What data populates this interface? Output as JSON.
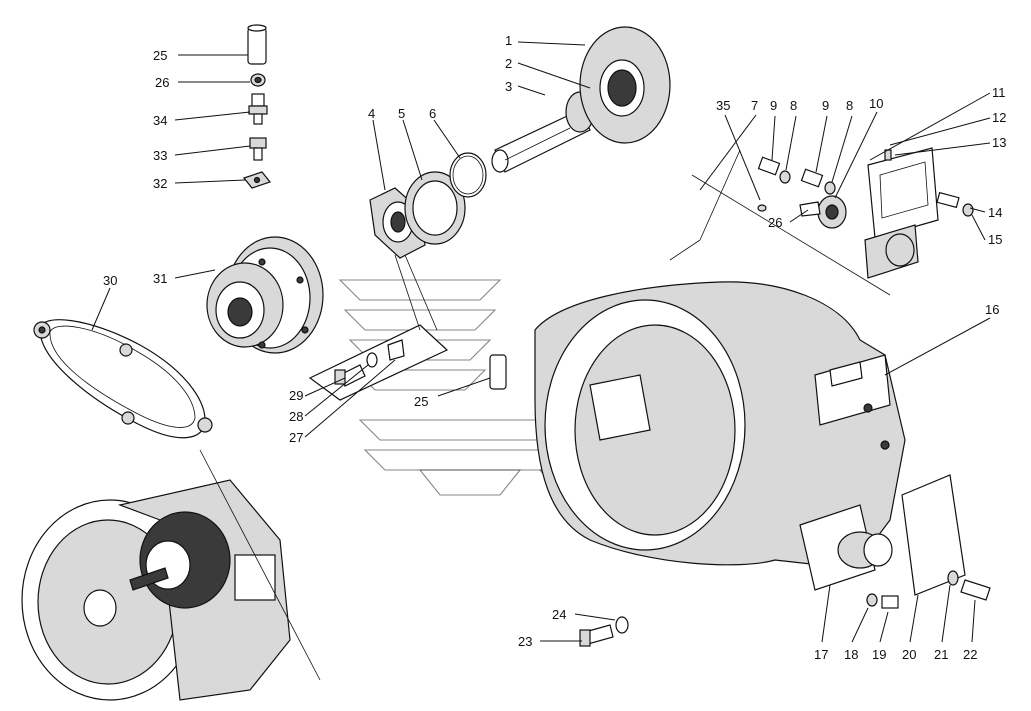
{
  "callouts": [
    "1",
    "2",
    "3",
    "4",
    "5",
    "6",
    "7",
    "8",
    "9",
    "10",
    "11",
    "12",
    "13",
    "14",
    "15",
    "16",
    "17",
    "18",
    "19",
    "20",
    "21",
    "22",
    "23",
    "24",
    "25",
    "26",
    "27",
    "28",
    "29",
    "30",
    "31",
    "32",
    "33",
    "34",
    "35"
  ],
  "labels": [
    {
      "id": "l1",
      "text": "1"
    },
    {
      "id": "l2",
      "text": "2"
    },
    {
      "id": "l3",
      "text": "3"
    },
    {
      "id": "l4",
      "text": "4"
    },
    {
      "id": "l5",
      "text": "5"
    },
    {
      "id": "l6",
      "text": "6"
    },
    {
      "id": "l7",
      "text": "7"
    },
    {
      "id": "l8a",
      "text": "8"
    },
    {
      "id": "l8b",
      "text": "8"
    },
    {
      "id": "l9a",
      "text": "9"
    },
    {
      "id": "l9b",
      "text": "9"
    },
    {
      "id": "l10",
      "text": "10"
    },
    {
      "id": "l11",
      "text": "11"
    },
    {
      "id": "l12",
      "text": "12"
    },
    {
      "id": "l13",
      "text": "13"
    },
    {
      "id": "l14",
      "text": "14"
    },
    {
      "id": "l15",
      "text": "15"
    },
    {
      "id": "l16",
      "text": "16"
    },
    {
      "id": "l17",
      "text": "17"
    },
    {
      "id": "l18",
      "text": "18"
    },
    {
      "id": "l19",
      "text": "19"
    },
    {
      "id": "l20",
      "text": "20"
    },
    {
      "id": "l21",
      "text": "21"
    },
    {
      "id": "l22",
      "text": "22"
    },
    {
      "id": "l23",
      "text": "23"
    },
    {
      "id": "l24",
      "text": "24"
    },
    {
      "id": "l25a",
      "text": "25"
    },
    {
      "id": "l25b",
      "text": "25"
    },
    {
      "id": "l26a",
      "text": "26"
    },
    {
      "id": "l26b",
      "text": "26"
    },
    {
      "id": "l27",
      "text": "27"
    },
    {
      "id": "l28",
      "text": "28"
    },
    {
      "id": "l29",
      "text": "29"
    },
    {
      "id": "l30",
      "text": "30"
    },
    {
      "id": "l31",
      "text": "31"
    },
    {
      "id": "l32",
      "text": "32"
    },
    {
      "id": "l33",
      "text": "33"
    },
    {
      "id": "l34",
      "text": "34"
    },
    {
      "id": "l35",
      "text": "35"
    }
  ]
}
